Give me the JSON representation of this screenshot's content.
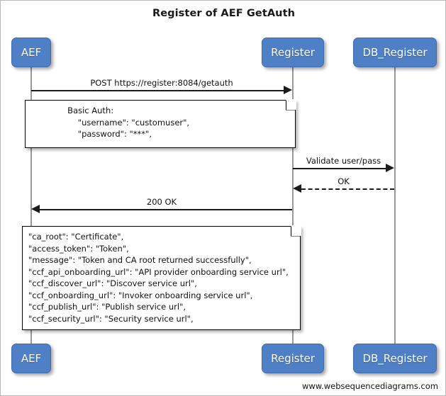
{
  "diagram": {
    "title": "Register of AEF GetAuth",
    "footer_credit": "www.websequencediagrams.com",
    "colors": {
      "participant_fill": "#4f7fc4",
      "participant_border": "#3c6cb0",
      "participant_text": "#ffffff",
      "lifeline": "#999999",
      "message": "#1b1b1b",
      "note_fill": "#ffffff",
      "note_border": "#000000",
      "canvas_background": "#ffffff"
    },
    "participants": [
      {
        "id": "aef",
        "label": "AEF"
      },
      {
        "id": "register",
        "label": "Register"
      },
      {
        "id": "db_register",
        "label": "DB_Register"
      }
    ],
    "messages": [
      {
        "id": "m1",
        "label": "POST https://register:8084/getauth",
        "from": "aef",
        "to": "register",
        "style": "solid",
        "direction": "right"
      },
      {
        "id": "m2",
        "label": "Validate user/pass",
        "from": "register",
        "to": "db_register",
        "style": "solid",
        "direction": "right"
      },
      {
        "id": "m3",
        "label": "OK",
        "from": "db_register",
        "to": "register",
        "style": "dashed",
        "direction": "left"
      },
      {
        "id": "m4",
        "label": "200 OK",
        "from": "register",
        "to": "aef",
        "style": "solid",
        "direction": "left"
      }
    ],
    "notes": [
      {
        "id": "note-basic-auth",
        "lines": [
          "              Basic Auth:",
          "                  \"username\": \"customuser\",",
          "                  \"password\": \"***\","
        ]
      },
      {
        "id": "note-token-response",
        "lines": [
          "\"ca_root\": \"Certificate\",",
          "\"access_token\": \"Token\",",
          "\"message\": \"Token and CA root returned successfully\",",
          "\"ccf_api_onboarding_url\": \"API provider onboarding service url\",",
          "\"ccf_discover_url\": \"Discover service url\",",
          "\"ccf_onboarding_url\": \"Invoker onboarding service url\",",
          "\"ccf_publish_url\": \"Publish service url\",",
          "\"ccf_security_url\": \"Security service url\","
        ]
      }
    ]
  }
}
